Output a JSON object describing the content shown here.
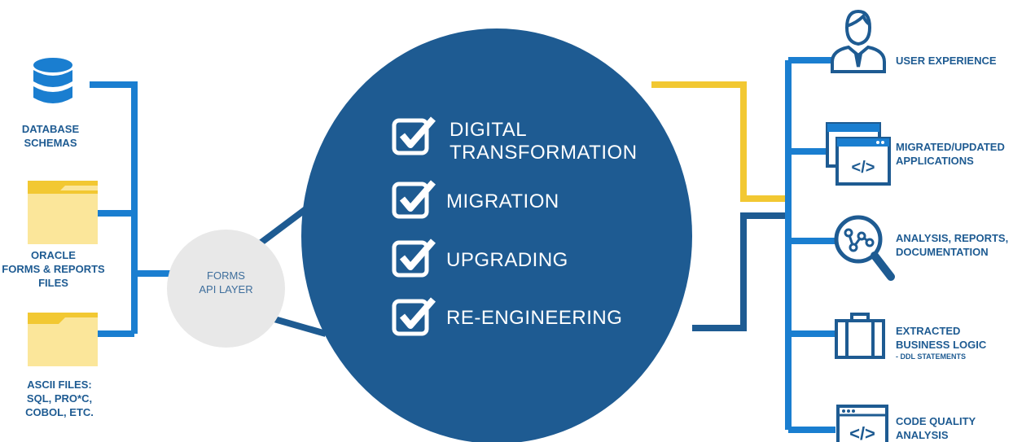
{
  "inputs": [
    {
      "line1": "DATABASE",
      "line2": "SCHEMAS",
      "icon": "database-icon"
    },
    {
      "line1": "ORACLE",
      "line2": "FORMS & REPORTS",
      "line3": "FILES",
      "icon": "folder-icon"
    },
    {
      "line1": "ASCII FILES:",
      "line2": "SQL, PRO*C,",
      "line3": "COBOL, ETC.",
      "icon": "folder-icon"
    }
  ],
  "hub": {
    "line1": "FORMS",
    "line2": "API LAYER"
  },
  "center": {
    "items": [
      {
        "line1": "DIGITAL",
        "line2": "TRANSFORMATION"
      },
      {
        "line1": "MIGRATION"
      },
      {
        "line1": "UPGRADING"
      },
      {
        "line1": "RE-ENGINEERING"
      }
    ]
  },
  "outputs": [
    {
      "line1": "USER EXPERIENCE",
      "icon": "user-icon"
    },
    {
      "line1": "MIGRATED/UPDATED",
      "line2": "APPLICATIONS",
      "icon": "code-windows-icon"
    },
    {
      "line1": "ANALYSIS, REPORTS,",
      "line2": "DOCUMENTATION",
      "icon": "magnifier-graph-icon"
    },
    {
      "line1": "EXTRACTED",
      "line2": "BUSINESS LOGIC",
      "line3": "- DDL STATEMENTS",
      "icon": "briefcase-icon"
    },
    {
      "line1": "CODE QUALITY",
      "line2": "ANALYSIS",
      "icon": "code-window-icon"
    }
  ],
  "colors": {
    "blue": "#1e5b92",
    "bright_blue": "#1a7ed0",
    "yellow": "#f2c832",
    "hub": "#e8e8e8"
  }
}
